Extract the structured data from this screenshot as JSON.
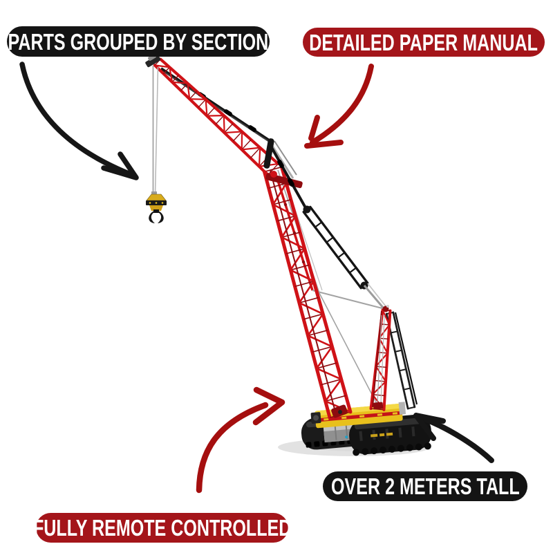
{
  "canvas": {
    "background": "#ffffff"
  },
  "callouts": [
    {
      "id": "parts-grouped-by-section",
      "label": "PARTS GROUPED BY SECTION",
      "bg": "#141414",
      "fg": "#ffffff"
    },
    {
      "id": "detailed-paper-manual",
      "label": "DETAILED PAPER MANUAL",
      "bg": "#a4151a",
      "fg": "#ffffff"
    },
    {
      "id": "fully-remote-controlled",
      "label": "FULLY REMOTE CONTROLLED",
      "bg": "#a4151a",
      "fg": "#ffffff"
    },
    {
      "id": "over-2-meters-tall",
      "label": "OVER 2 METERS TALL",
      "bg": "#141414",
      "fg": "#ffffff"
    }
  ],
  "arrows": [
    {
      "id": "arrow-to-hook",
      "color": "#161616",
      "points_to": "crane hook block"
    },
    {
      "id": "arrow-to-boom",
      "color": "#a50f0f",
      "points_to": "lattice boom"
    },
    {
      "id": "arrow-to-superstructure",
      "color": "#a50f0f",
      "points_to": "crane superstructure"
    },
    {
      "id": "arrow-to-crawler-base",
      "color": "#161616",
      "points_to": "crawler undercarriage"
    }
  ],
  "illustration": {
    "subject": "red crawler crane scale model with lattice boom, derrick mast, hook block and crawler tracks",
    "colors": {
      "red": "#cf1217",
      "dark_red": "#8e0b0f",
      "yellow": "#e8c01d",
      "yellow_light": "#f4d946",
      "stripe": "#c41319",
      "black": "#151515",
      "gray": "#9a9a9a",
      "silver": "#c3c3c3",
      "cable": "#a3a3a3",
      "shadow": "#e2e2e2",
      "blue_dot": "#1fa0c8",
      "brand_yellow": "#c9a11a"
    }
  }
}
